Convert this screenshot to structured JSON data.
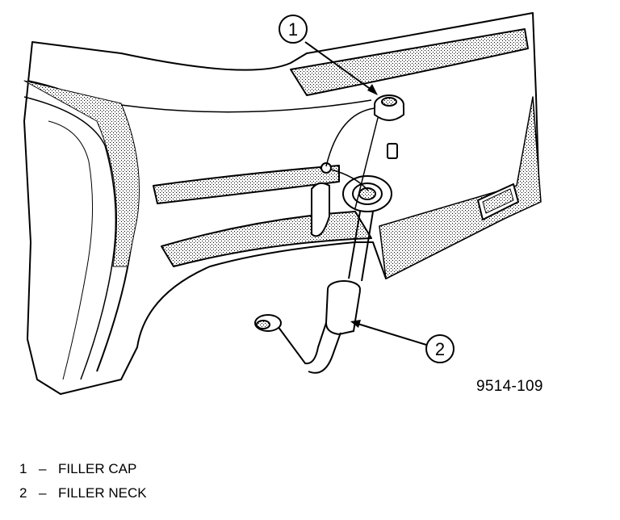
{
  "callouts": [
    {
      "number": "1"
    },
    {
      "number": "2"
    }
  ],
  "figure_code": "9514-109",
  "legend": [
    {
      "number": "1",
      "dash": "–",
      "label": "FILLER CAP"
    },
    {
      "number": "2",
      "dash": "–",
      "label": "FILLER NECK"
    }
  ]
}
